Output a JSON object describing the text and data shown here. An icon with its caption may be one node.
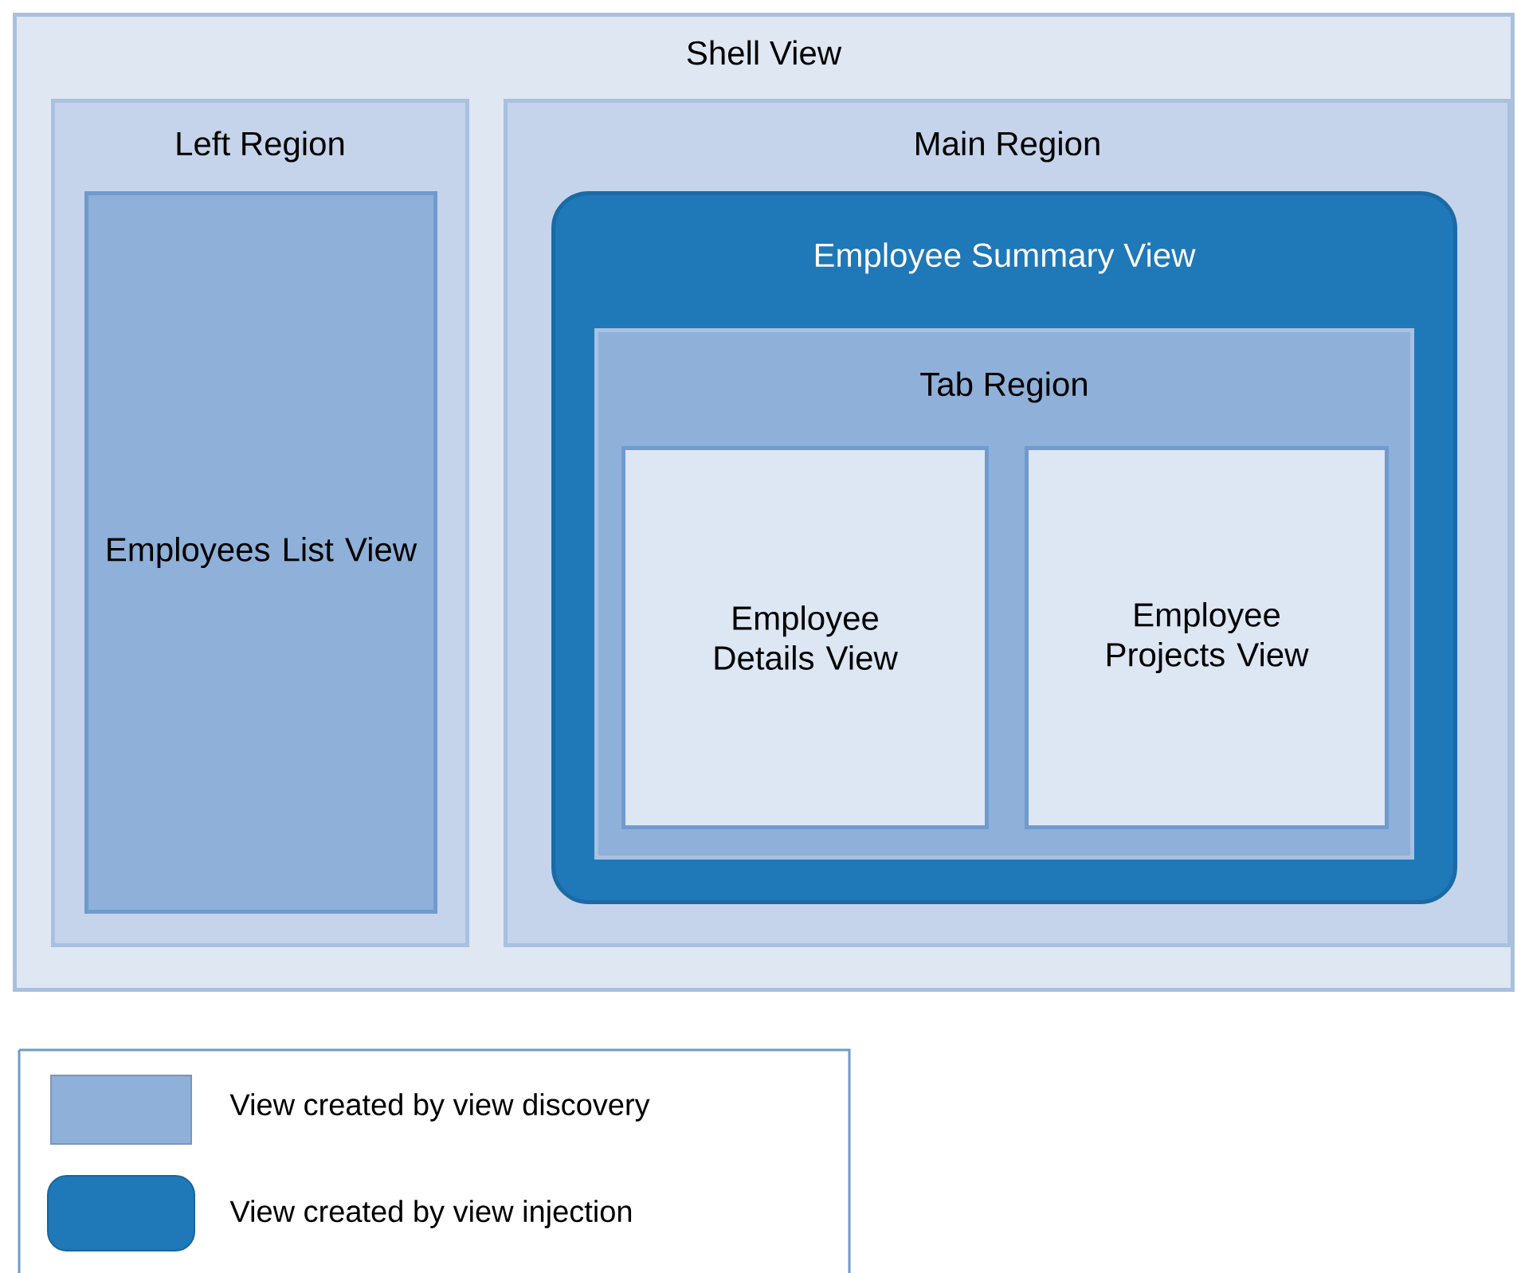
{
  "diagram": {
    "nodes": [
      {
        "text": [
          "Shell View"
        ]
      },
      {
        "text": [
          "Left Region"
        ],
        "in": 0
      },
      {
        "text": [
          "Employees List View"
        ],
        "in": 1
      },
      {
        "text": [
          "Main Region"
        ],
        "in": 0
      },
      {
        "text": [
          "Employee Summary View"
        ],
        "in": 3
      },
      {
        "text": [
          "Tab Region"
        ],
        "in": 4
      },
      {
        "text": [
          "Employee Details View"
        ],
        "in": 5
      },
      {
        "text": [
          "Employee Projects View"
        ],
        "in": 5
      }
    ],
    "legend": [
      {
        "text": "View created by view discovery",
        "color": "#8fb0d8"
      },
      {
        "text": "View created by view injection",
        "color": "#1f78b8"
      }
    ]
  }
}
